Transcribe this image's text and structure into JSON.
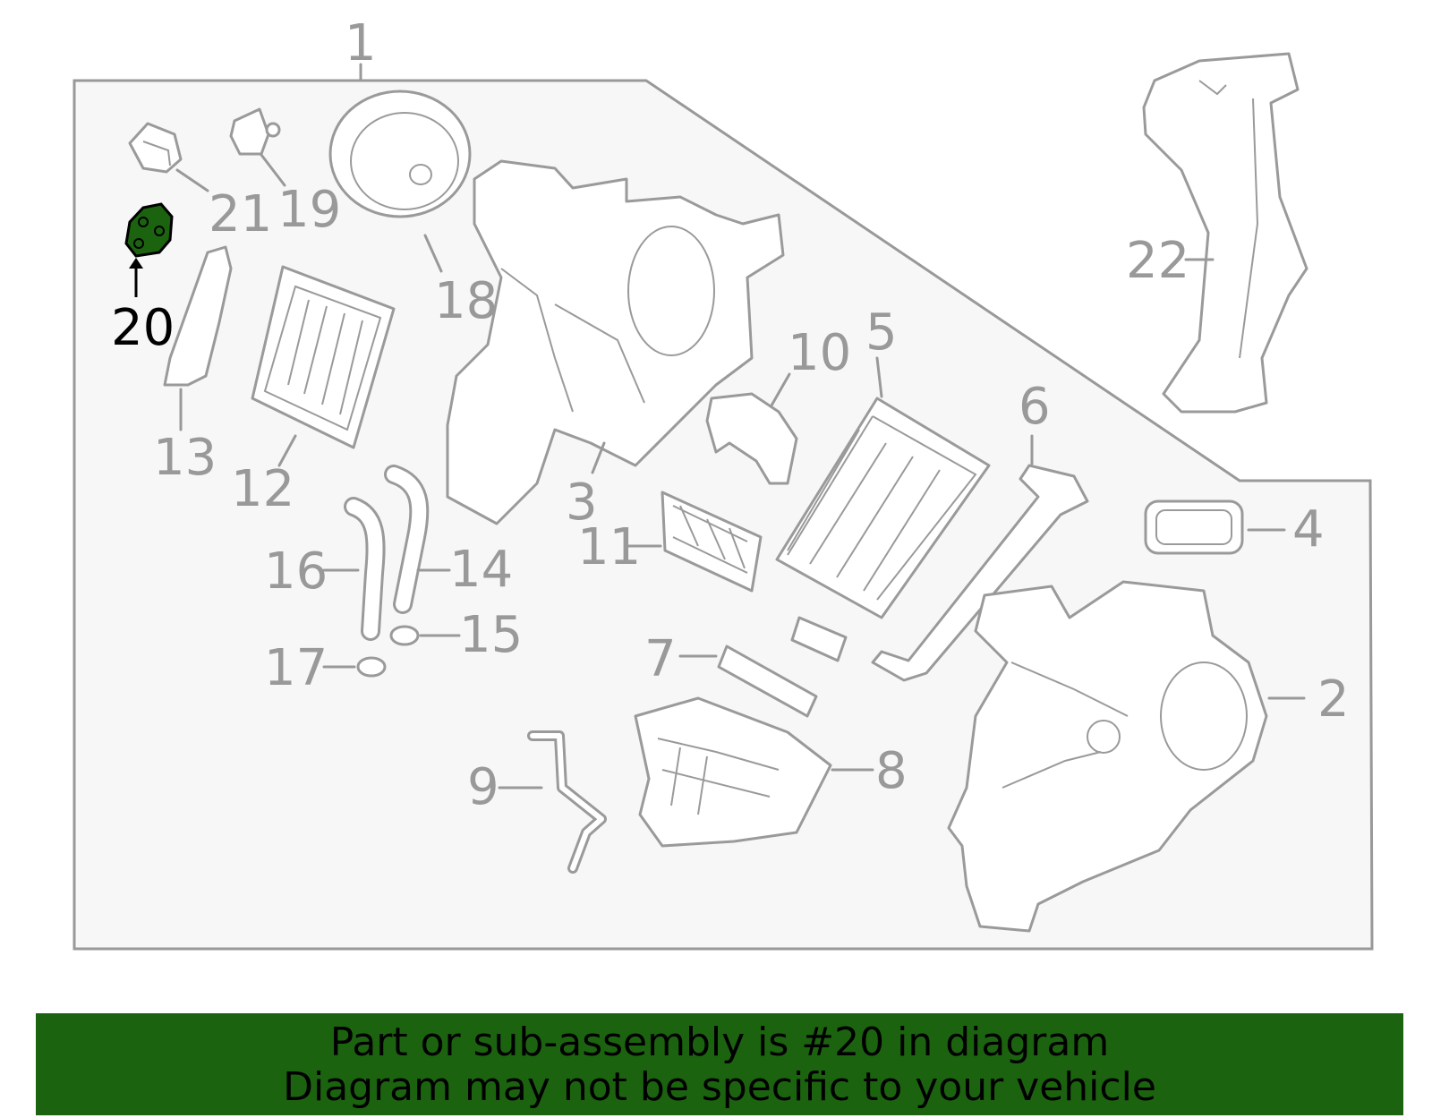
{
  "diagram": {
    "highlight_color": "#1c6310",
    "line_color": "#999999",
    "callouts": [
      {
        "id": "1",
        "label": "1"
      },
      {
        "id": "2",
        "label": "2"
      },
      {
        "id": "3",
        "label": "3"
      },
      {
        "id": "4",
        "label": "4"
      },
      {
        "id": "5",
        "label": "5"
      },
      {
        "id": "6",
        "label": "6"
      },
      {
        "id": "7",
        "label": "7"
      },
      {
        "id": "8",
        "label": "8"
      },
      {
        "id": "9",
        "label": "9"
      },
      {
        "id": "10",
        "label": "10"
      },
      {
        "id": "11",
        "label": "11"
      },
      {
        "id": "12",
        "label": "12"
      },
      {
        "id": "13",
        "label": "13"
      },
      {
        "id": "14",
        "label": "14"
      },
      {
        "id": "15",
        "label": "15"
      },
      {
        "id": "16",
        "label": "16"
      },
      {
        "id": "17",
        "label": "17"
      },
      {
        "id": "18",
        "label": "18"
      },
      {
        "id": "19",
        "label": "19"
      },
      {
        "id": "20",
        "label": "20",
        "highlighted": true
      },
      {
        "id": "21",
        "label": "21"
      },
      {
        "id": "22",
        "label": "22"
      }
    ]
  },
  "banner": {
    "line1": "Part or sub-assembly is #20 in diagram",
    "line2": "Diagram may not be specific to your vehicle",
    "background": "#1c6310"
  }
}
